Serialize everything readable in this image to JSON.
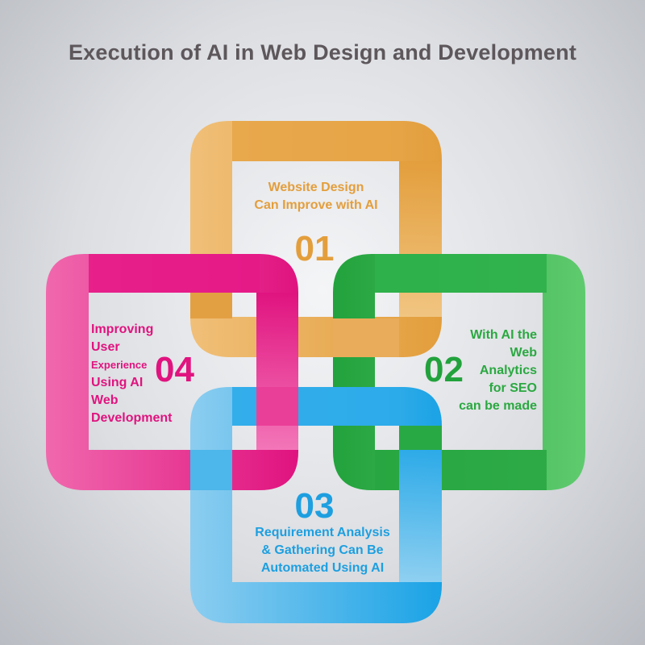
{
  "title": "Execution of AI in Web Design and Development",
  "colors": {
    "orange": "#e8a344",
    "green": "#2eb04a",
    "pink": "#e8198a",
    "blue": "#22aaea",
    "title": "#5d575b"
  },
  "items": [
    {
      "number": "01",
      "color": "#e39e3c",
      "lines": [
        "Website Design",
        "Can Improve with AI"
      ]
    },
    {
      "number": "02",
      "color": "#2aa840",
      "lines": [
        "With AI the",
        "Web",
        "Analytics",
        "for SEO",
        "can be made"
      ]
    },
    {
      "number": "03",
      "color": "#1d9fe0",
      "lines": [
        "Requirement Analysis",
        "& Gathering Can Be",
        "Automated Using AI"
      ]
    },
    {
      "number": "04",
      "color": "#e0137f",
      "lines": [
        "Improving",
        "User",
        "Experience",
        "Using AI",
        "Web",
        "Development"
      ]
    }
  ]
}
